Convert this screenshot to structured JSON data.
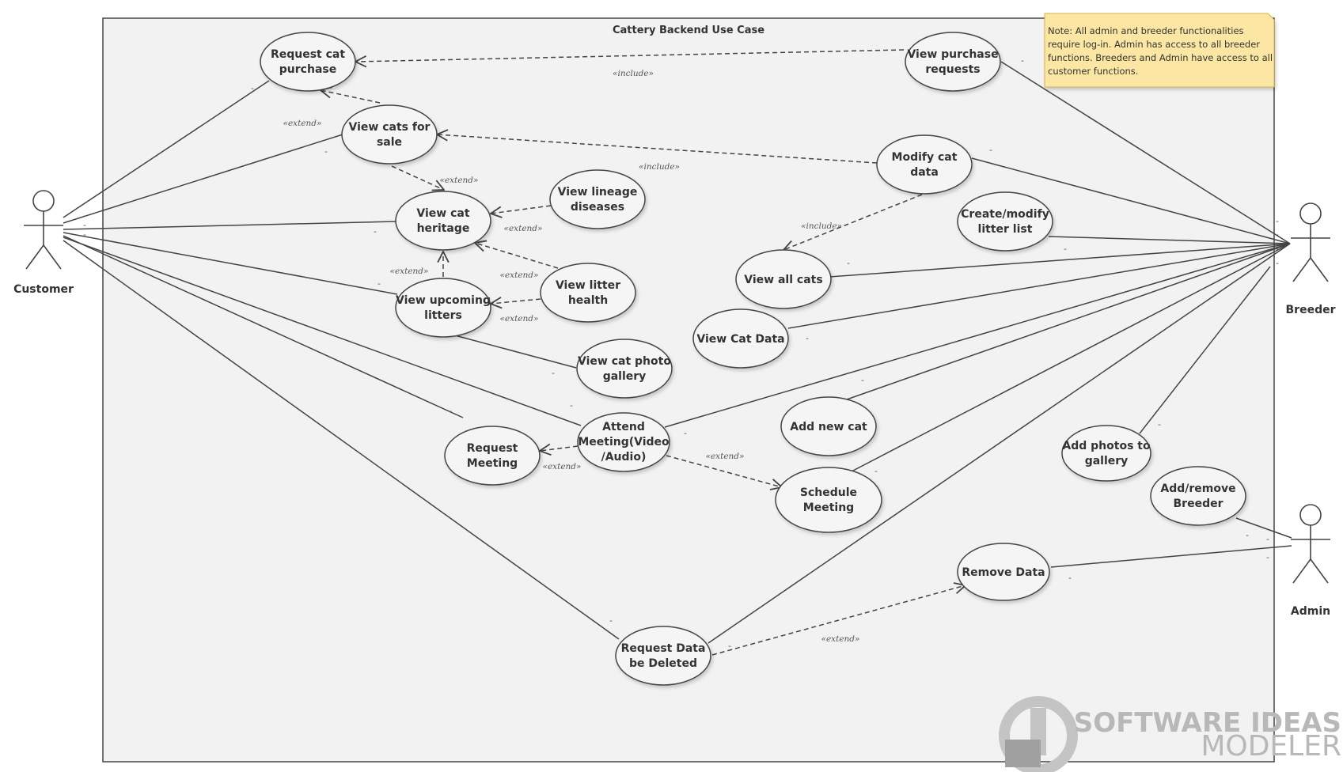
{
  "diagram": {
    "title": "Cattery Backend Use Case",
    "note": {
      "lines": [
        "Note: All admin and breeder functionalities",
        "require log-in. Admin has access to all breeder",
        "functions. Breeders and Admin have access to all",
        "customer functions."
      ]
    },
    "actors": [
      {
        "id": "customer",
        "label": "Customer"
      },
      {
        "id": "breeder",
        "label": "Breeder"
      },
      {
        "id": "admin",
        "label": "Admin"
      }
    ],
    "use_cases": [
      {
        "id": "request_cat_purchase",
        "lines": [
          "Request cat",
          "purchase"
        ]
      },
      {
        "id": "view_cats_for_sale",
        "lines": [
          "View cats for",
          "sale"
        ]
      },
      {
        "id": "view_cat_heritage",
        "lines": [
          "View cat",
          "heritage"
        ]
      },
      {
        "id": "view_lineage_diseases",
        "lines": [
          "View lineage",
          "diseases"
        ]
      },
      {
        "id": "view_litter_health",
        "lines": [
          "View litter",
          "health"
        ]
      },
      {
        "id": "view_upcoming_litters",
        "lines": [
          "View upcoming",
          "litters"
        ]
      },
      {
        "id": "view_cat_photo_gallery",
        "lines": [
          "View cat photo",
          "gallery"
        ]
      },
      {
        "id": "request_meeting",
        "lines": [
          "Request",
          "Meeting"
        ]
      },
      {
        "id": "attend_meeting",
        "lines": [
          "Attend",
          "Meeting(Video",
          "/Audio)"
        ]
      },
      {
        "id": "schedule_meeting",
        "lines": [
          "Schedule",
          "Meeting"
        ]
      },
      {
        "id": "request_data_deleted",
        "lines": [
          "Request Data",
          "be Deleted"
        ]
      },
      {
        "id": "view_purchase_requests",
        "lines": [
          "View purchase",
          "requests"
        ]
      },
      {
        "id": "modify_cat_data",
        "lines": [
          "Modify cat",
          "data"
        ]
      },
      {
        "id": "create_modify_litter_list",
        "lines": [
          "Create/modify",
          "litter list"
        ]
      },
      {
        "id": "view_all_cats",
        "lines": [
          "View all cats"
        ]
      },
      {
        "id": "view_cat_data",
        "lines": [
          "View Cat Data"
        ]
      },
      {
        "id": "add_new_cat",
        "lines": [
          "Add new cat"
        ]
      },
      {
        "id": "add_photos_gallery",
        "lines": [
          "Add photos to",
          "gallery"
        ]
      },
      {
        "id": "add_remove_breeder",
        "lines": [
          "Add/remove",
          "Breeder"
        ]
      },
      {
        "id": "remove_data",
        "lines": [
          "Remove Data"
        ]
      }
    ],
    "relationships": [
      {
        "from": "view_purchase_requests",
        "to": "request_cat_purchase",
        "label": "«include»"
      },
      {
        "from": "view_cats_for_sale",
        "to": "request_cat_purchase",
        "label": "«extend»"
      },
      {
        "from": "modify_cat_data",
        "to": "view_cats_for_sale",
        "label": "«include»"
      },
      {
        "from": "view_cats_for_sale",
        "to": "view_cat_heritage",
        "label": "«extend»"
      },
      {
        "from": "view_lineage_diseases",
        "to": "view_cat_heritage",
        "label": "«extend»"
      },
      {
        "from": "view_litter_health",
        "to": "view_cat_heritage",
        "label": "«extend»"
      },
      {
        "from": "view_upcoming_litters",
        "to": "view_cat_heritage",
        "label": "«extend»"
      },
      {
        "from": "view_litter_health",
        "to": "view_upcoming_litters",
        "label": "«extend»"
      },
      {
        "from": "modify_cat_data",
        "to": "view_all_cats",
        "label": "«include»"
      },
      {
        "from": "attend_meeting",
        "to": "request_meeting",
        "label": "«extend»"
      },
      {
        "from": "attend_meeting",
        "to": "schedule_meeting",
        "label": "«extend»"
      },
      {
        "from": "request_data_deleted",
        "to": "remove_data",
        "label": "«extend»"
      }
    ],
    "end_marker": "-",
    "watermark": {
      "line1": "SOFTWARE IDEAS",
      "line2": "MODELER"
    }
  },
  "colors": {
    "background": "#ffffff",
    "boundary_fill": "#f2f2f2",
    "stroke": "#444444",
    "usecase_fill": "#f5f5f5",
    "note_fill": "#fbe7a3",
    "note_stroke": "#d9b44a",
    "watermark": "#b8b8b8"
  }
}
